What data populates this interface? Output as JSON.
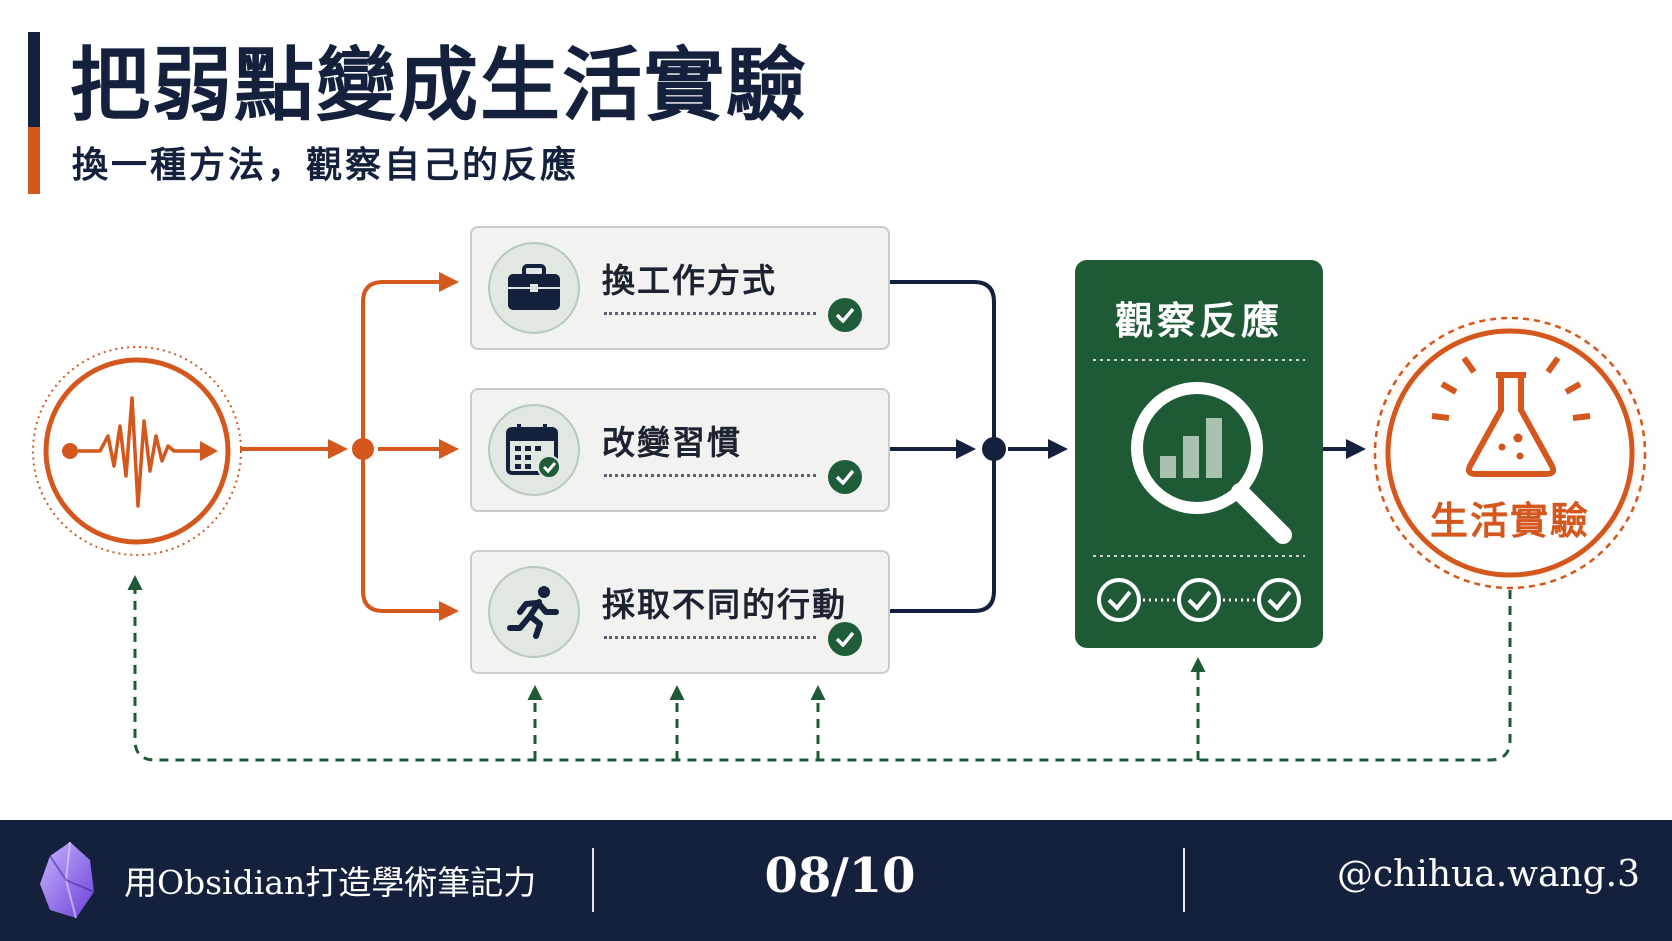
{
  "header": {
    "title": "把弱點變成生活實驗",
    "subtitle": "換一種方法，觀察自己的反應"
  },
  "options": [
    {
      "label": "換工作方式",
      "icon": "briefcase-icon"
    },
    {
      "label": "改變習慣",
      "icon": "calendar-check-icon"
    },
    {
      "label": "採取不同的行動",
      "icon": "running-person-icon"
    }
  ],
  "observe": {
    "title": "觀察反應",
    "icon": "magnifier-chart-icon"
  },
  "result": {
    "label": "生活實驗",
    "icon": "flask-icon"
  },
  "start": {
    "icon": "waveform-icon"
  },
  "footer": {
    "app_name": "用Obsidian打造學術筆記力",
    "page": "08/10",
    "handle": "@chihua.wang.3"
  },
  "colors": {
    "navy": "#15203c",
    "orange": "#d4571d",
    "green": "#1f5a36"
  }
}
